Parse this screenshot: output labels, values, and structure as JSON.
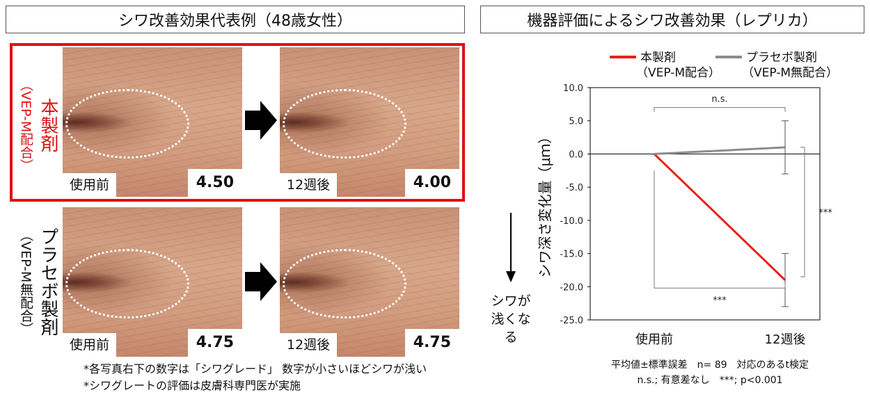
{
  "left_header": "シワ改善効果代表例（48歳女性）",
  "right_header": "機器評価によるシワ改善効果（レプリカ）",
  "rows": [
    {
      "label_main": "本製剤",
      "label_sub": "（VEP-M配合）",
      "label_color": "#e01010",
      "before_label": "使用前",
      "before_score": "4.50",
      "after_label": "12週後",
      "after_score": "4.00"
    },
    {
      "label_main": "プラセボ製剤",
      "label_sub": "（VEP-M無配合）",
      "label_color": "#111111",
      "before_label": "使用前",
      "before_score": "4.75",
      "after_label": "12週後",
      "after_score": "4.75"
    }
  ],
  "notes": [
    "*各写真右下の数字は「シワグレード」 数字が小さいほどシワが浅い",
    "*シワグレートの評価は皮膚科専門医が実施"
  ],
  "annotation_down": {
    "line1": "シワが",
    "line2": "浅くなる"
  },
  "stats_note": {
    "line1": "平均値±標準誤差　n= 89　対応のあるt検定",
    "line2": "n.s.; 有意差なし　***; p<0.001"
  },
  "chart_data": {
    "type": "line",
    "ylabel": "シワ深さ変化量（μｍ）",
    "xlabel": "",
    "categories": [
      "使用前",
      "12週後"
    ],
    "ylim": [
      -25,
      10
    ],
    "yticks": [
      10.0,
      5.0,
      0.0,
      -5.0,
      -10.0,
      -15.0,
      -20.0,
      -25.0
    ],
    "ytick_labels": [
      "10.0",
      "5.0",
      "0.0",
      "-5.0",
      "-10.0",
      "-15.0",
      "-20.0",
      "-25.0"
    ],
    "legend_position": "top",
    "series": [
      {
        "name": "本製剤\n（VEP-M配合）",
        "name_l1": "本製剤",
        "name_l2": "（VEP-M配合）",
        "color": "#e8201a",
        "values": [
          0,
          -19
        ],
        "error": [
          0,
          4
        ]
      },
      {
        "name": "プラセボ製剤\n（VEP-M無配合）",
        "name_l1": "プラセボ製剤",
        "name_l2": "（VEP-M無配合）",
        "color": "#8c8c8c",
        "values": [
          0,
          1
        ],
        "error": [
          0,
          4
        ]
      }
    ],
    "significance": [
      {
        "label": "n.s.",
        "between": "使用前 vs 12週後 (プラセボ)"
      },
      {
        "label": "***",
        "between": "使用前 vs 12週後 (本製剤)"
      },
      {
        "label": "***",
        "between": "本製剤 vs プラセボ (12週後)"
      }
    ]
  }
}
